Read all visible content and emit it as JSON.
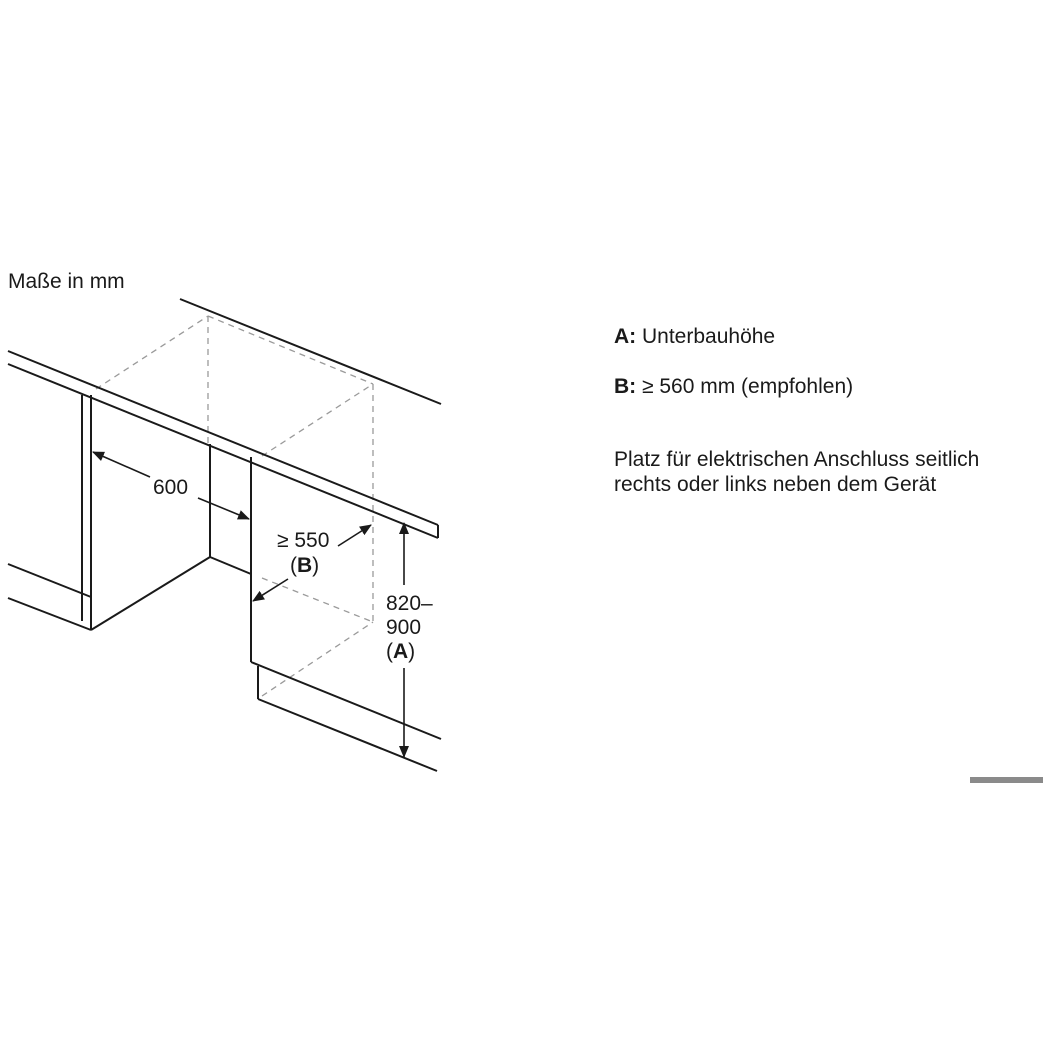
{
  "units_label": "Maße in mm",
  "dimensions": {
    "width": "600",
    "depth_line1": "≥ 550",
    "depth_line2_open": "(",
    "depth_line2_key": "B",
    "depth_line2_close": ")",
    "height_line1": "820–",
    "height_line2": "900",
    "height_line3_open": "(",
    "height_line3_key": "A",
    "height_line3_close": ")"
  },
  "legend": {
    "a_key": "A:",
    "a_text": " Unterbauhöhe",
    "b_key": "B:",
    "b_text": " ≥ 560 mm (empfohlen)",
    "note": "Platz für elektrischen Anschluss seitlich rechts oder links neben dem Gerät"
  },
  "colors": {
    "line": "#1a1a1a",
    "dashed": "#9a9a9a",
    "marker": "#8a8a8a"
  }
}
